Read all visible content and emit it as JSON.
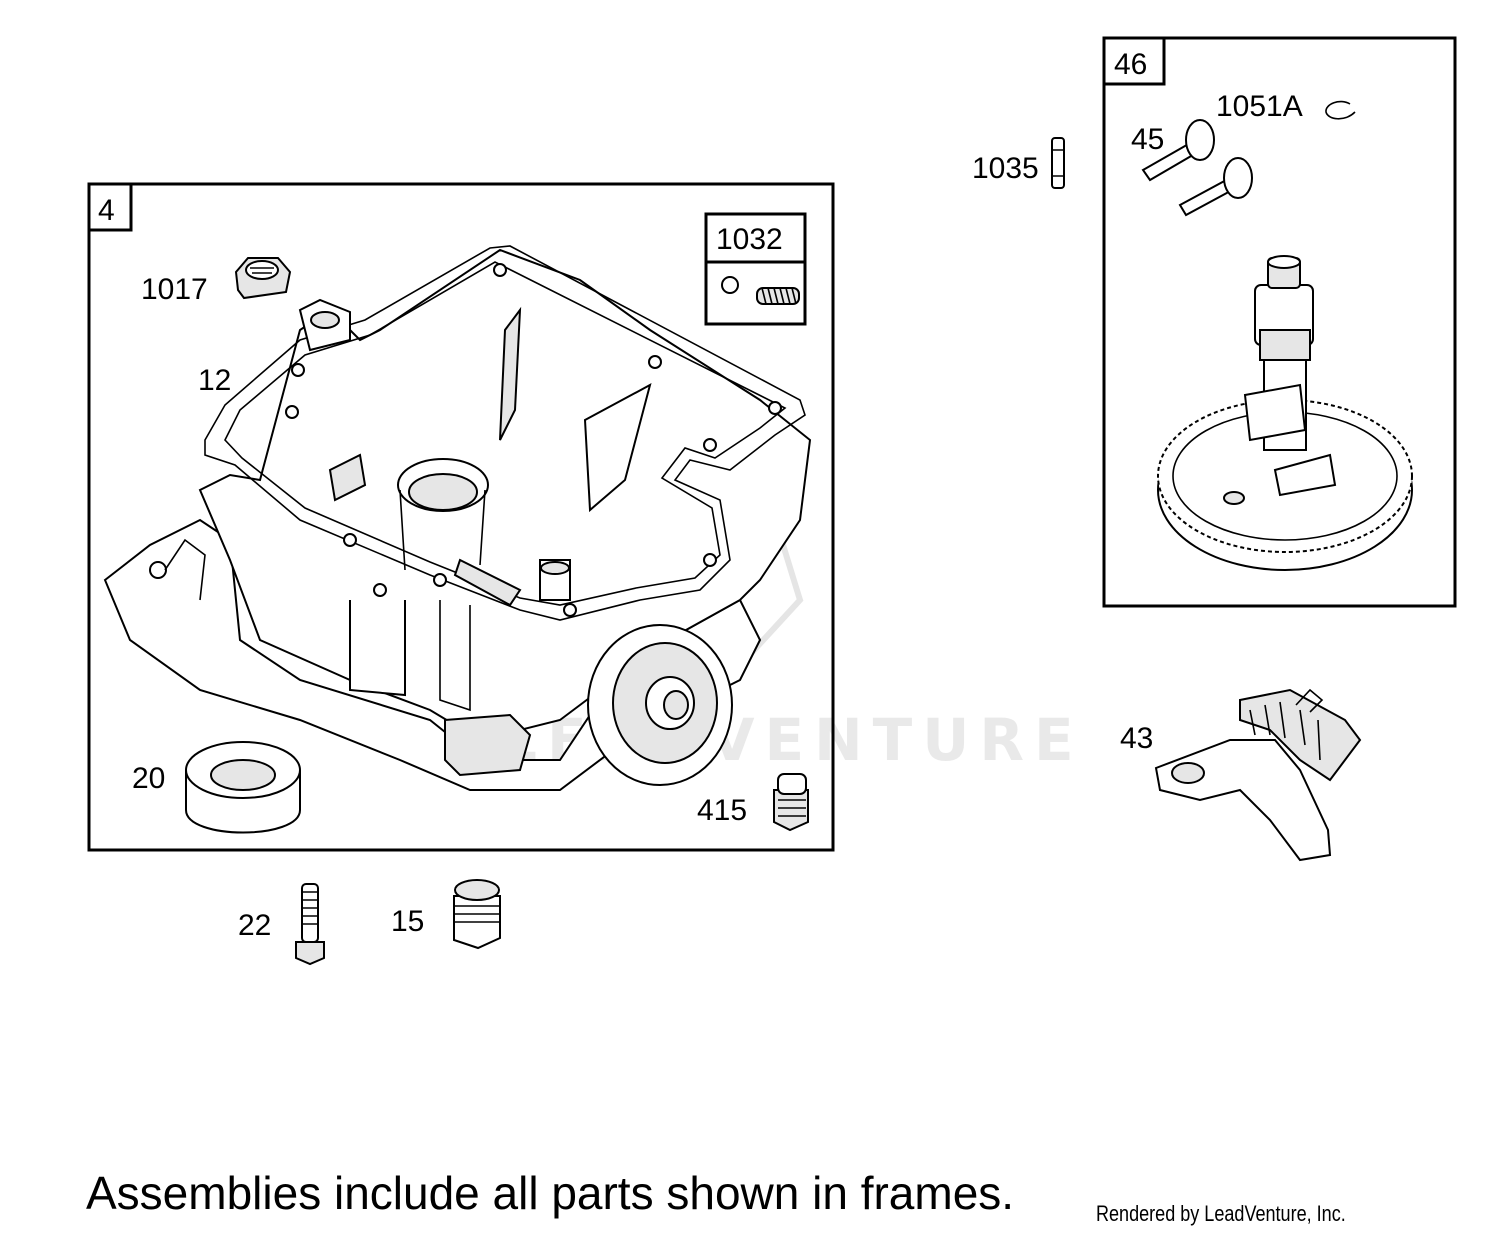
{
  "frames": [
    {
      "id": "frame-4",
      "number": "4"
    },
    {
      "id": "frame-1032",
      "number": "1032"
    },
    {
      "id": "frame-46",
      "number": "46"
    }
  ],
  "callouts": {
    "p1017": "1017",
    "p12": "12",
    "p20": "20",
    "p415": "415",
    "p22": "22",
    "p15": "15",
    "p1035": "1035",
    "p45": "45",
    "p1051a": "1051A",
    "p43": "43"
  },
  "watermark": "LEADVENTURE",
  "caption": "Assemblies include all parts shown in frames.",
  "credit": "Rendered by LeadVenture, Inc."
}
